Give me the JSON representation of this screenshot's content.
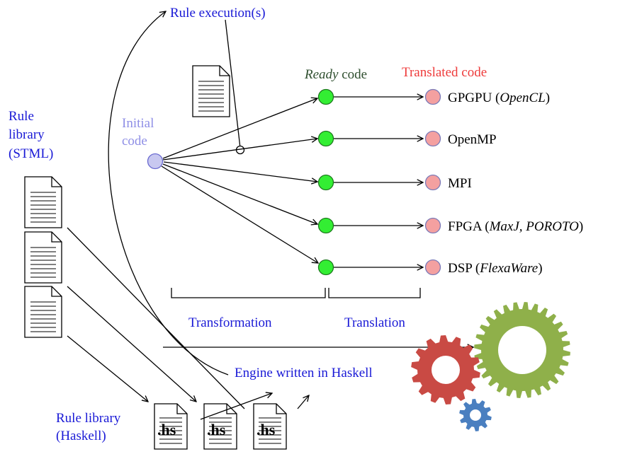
{
  "header": {
    "rule_execution": "Rule execution(s)"
  },
  "left": {
    "rule_library_line1": "Rule",
    "rule_library_line2": "library",
    "rule_library_line3": "(STML)",
    "haskell_library_line1": "Rule library",
    "haskell_library_line2": "(Haskell)"
  },
  "center": {
    "initial_line1": "Initial",
    "initial_line2": "code",
    "ready_italic": "Ready",
    "ready_rest": " code",
    "translated_title": "Translated code",
    "engine_label": "Engine written in Haskell",
    "hs_label": ".hs"
  },
  "targets": [
    {
      "name": "GPGPU (",
      "detail": "OpenCL",
      "close": ")"
    },
    {
      "name": "OpenMP",
      "detail": "",
      "close": ""
    },
    {
      "name": "MPI",
      "detail": "",
      "close": ""
    },
    {
      "name": "FPGA (",
      "detail": "MaxJ, POROTO",
      "close": ")"
    },
    {
      "name": "DSP (",
      "detail": "FlexaWare",
      "close": ")"
    }
  ],
  "phases": {
    "transformation": "Transformation",
    "translation": "Translation"
  },
  "colors": {
    "blue_text": "#1a1ad6",
    "initial_node": "#c8c8f0",
    "ready_node": "#33ee33",
    "translated_node": "#f4a0a0",
    "gear_large": "#8fb04a",
    "gear_medium": "#c94a44",
    "gear_small": "#4a7fc0"
  },
  "icons": [
    "document-icon",
    "haskell-file-icon",
    "gear-icon"
  ]
}
